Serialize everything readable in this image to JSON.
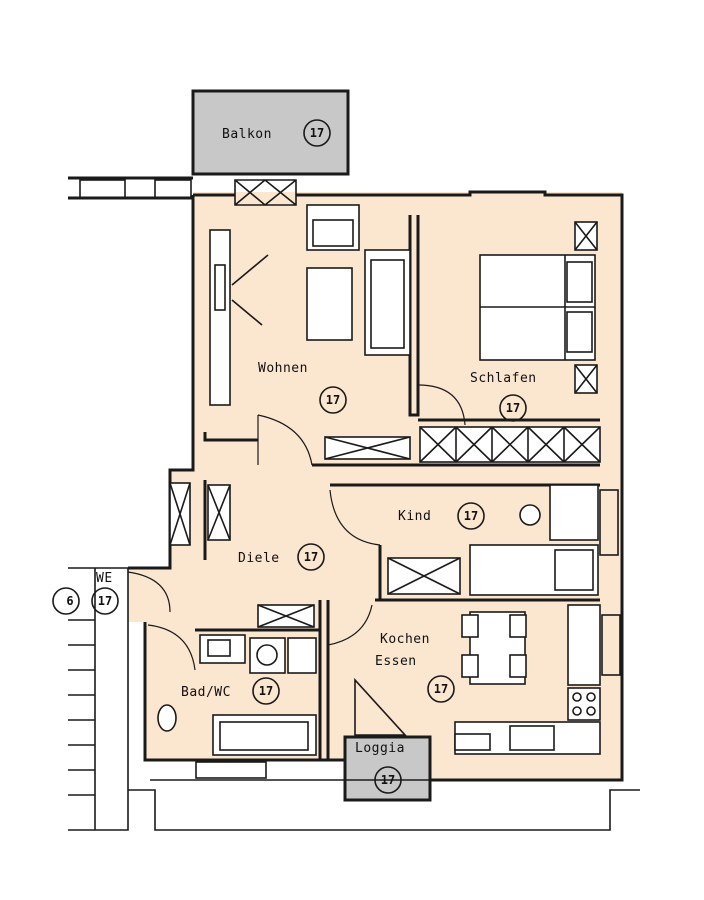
{
  "colors": {
    "floor": "#fbe6d0",
    "balcony": "#c8c8c8",
    "wall": "#1a1a1a",
    "background": "#ffffff"
  },
  "unit_number": "17",
  "rooms": {
    "balkon": "Balkon",
    "wohnen": "Wohnen",
    "schlafen": "Schlafen",
    "kind": "Kind",
    "diele": "Diele",
    "bad_wc": "Bad/WC",
    "kochen": "Kochen",
    "essen": "Essen",
    "loggia": "Loggia",
    "neighbor_we": "WE",
    "neighbor_num": "6"
  }
}
